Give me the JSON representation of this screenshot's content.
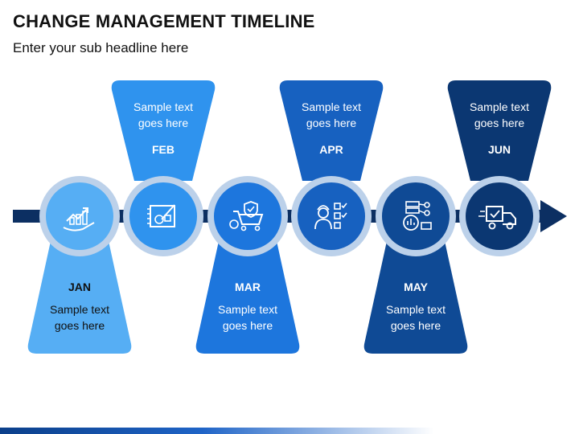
{
  "header": {
    "title": "CHANGE MANAGEMENT TIMELINE",
    "subtitle": "Enter your sub headline here"
  },
  "colors": {
    "arrow": "#0c2f62",
    "circle_outer": "#bcd1ea",
    "text_on_dark": "#ffffff",
    "month_text_on_light": "#111111"
  },
  "stages": [
    {
      "month": "JAN",
      "text": "Sample text goes here",
      "position": "below",
      "color": "#56aef4",
      "icon": "growth-chart-hand-icon"
    },
    {
      "month": "FEB",
      "text": "Sample text goes here",
      "position": "above",
      "color": "#2f93ee",
      "icon": "drawing-board-icon"
    },
    {
      "month": "MAR",
      "text": "Sample text goes here",
      "position": "below",
      "color": "#1d76dd",
      "icon": "shopping-cart-shield-icon"
    },
    {
      "month": "APR",
      "text": "Sample text goes here",
      "position": "above",
      "color": "#1761c0",
      "icon": "engineer-checklist-icon"
    },
    {
      "month": "MAY",
      "text": "Sample text goes here",
      "position": "below",
      "color": "#0f4a95",
      "icon": "server-settings-icon"
    },
    {
      "month": "JUN",
      "text": "Sample text goes here",
      "position": "above",
      "color": "#0b3772",
      "icon": "delivery-truck-icon"
    }
  ]
}
